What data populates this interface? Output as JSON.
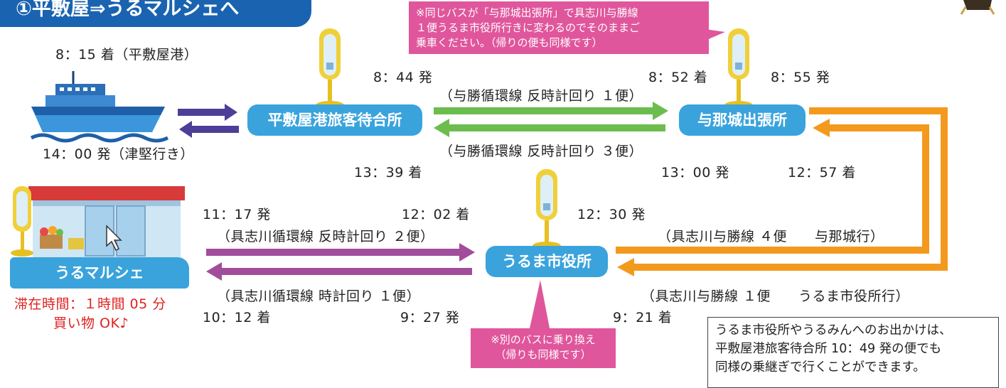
{
  "header": {
    "title": "①平敷屋⇒うるマルシェへ"
  },
  "stops": {
    "terminal": "平敷屋港旅客待合所",
    "yonashiro": "与那城出張所",
    "uruma": "うるま市役所",
    "marche": "うるマルシェ"
  },
  "callouts": {
    "top": "※同じバスが「与那城出張所」で具志川与勝線\n１便うるま市役所行きに変わるのでそのままご\n乗車ください。（帰りの便も同様です）",
    "bottom": "※別のバスに乗り換え\n（帰りも同様です）"
  },
  "times": {
    "ship_arrive": "8：15 着（平敷屋港）",
    "ship_depart": "14：00 発（津堅行き）",
    "terminal_depart": "8：44 発",
    "terminal_arrive": "13：39 着",
    "yonashiro_arrive": "8：52 着",
    "yonashiro_depart": "8：55 発",
    "yonashiro_depart_return": "13：00 発",
    "yonashiro_arrive_return": "12：57 着",
    "marche_depart": "11：17 発",
    "uruma_arrive_return": "12：02 着",
    "uruma_depart_return": "12：30 発",
    "marche_arrive": "10：12 着",
    "uruma_depart": "9：27 発",
    "uruma_arrive": "9：21 着"
  },
  "routes": {
    "yokatsu_1": "（与勝循環線 反時計回り １便）",
    "yokatsu_3": "（与勝循環線 反時計回り ３便）",
    "gushikawa_ccw_2": "（具志川循環線 反時計回り ２便）",
    "gushikawa_cw_1": "（具志川循環線 時計回り １便）",
    "yokatsu_line_4": "（具志川与勝線 ４便　　与那城行）",
    "yokatsu_line_1": "（具志川与勝線 １便　　うるま市役所行）"
  },
  "stay": {
    "line1": "滞在時間：１時間 05 分",
    "line2": "買い物 OK♪"
  },
  "note": {
    "line1": "うるま市役所やうるみんへのお出かけは、",
    "line2": "平敷屋港旅客待合所 10：49 発の便でも",
    "line3": "同様の乗継ぎで行くことができます。"
  },
  "colors": {
    "header": "#1a63b0",
    "stop_label": "#3aa3dc",
    "callout": "#e0569c",
    "ferry_arrow": "#4b3f98",
    "green_arrow": "#6cbd4e",
    "purple_arrow": "#a24c9c",
    "orange_arrow": "#f39a1e"
  }
}
